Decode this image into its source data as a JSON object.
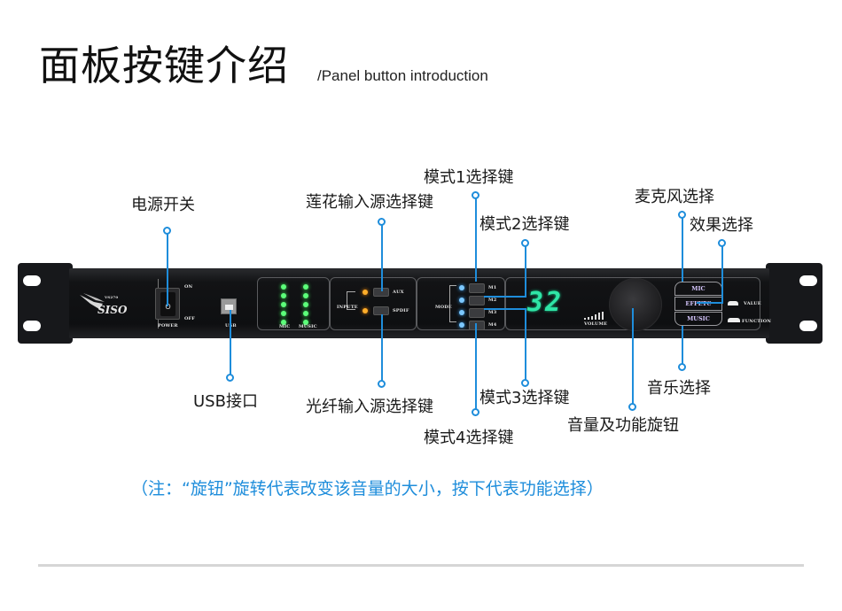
{
  "header": {
    "title_cn": "面板按键介绍",
    "title_en": "/Panel button introduction"
  },
  "callouts": {
    "power_switch": "电源开关",
    "usb_port": "USB接口",
    "rca_input_select": "莲花输入源选择键",
    "optical_input_select": "光纤输入源选择键",
    "mode1_select": "模式1选择键",
    "mode2_select": "模式2选择键",
    "mode3_select": "模式3选择键",
    "mode4_select": "模式4选择键",
    "mic_select": "麦克风选择",
    "effect_select": "效果选择",
    "music_select": "音乐选择",
    "volume_knob": "音量及功能旋钮"
  },
  "note": "（注：“旋钮”旋转代表改变该音量的大小，按下代表功能选择）",
  "device": {
    "brand": "SISO",
    "model_tag": "VS270",
    "power": {
      "on": "ON",
      "off": "OFF",
      "label": "POWER",
      "symbol": "O"
    },
    "usb_label": "USB",
    "meters": {
      "mic": "MIC",
      "music": "MUSIC",
      "led_count": 5
    },
    "input": {
      "label": "INPUTE",
      "aux": "AUX",
      "spdif": "SPDIF"
    },
    "mode": {
      "label": "MODE",
      "buttons": [
        "M1",
        "M2",
        "M3",
        "M4"
      ]
    },
    "display_value": "32",
    "volume_label": "VOLUME",
    "select_buttons": [
      "MIC",
      "EFFETC",
      "MUSIC"
    ],
    "value_label": "VALUE",
    "function_label": "FUNCTION"
  },
  "colors": {
    "accent": "#1e8ddb",
    "display_green": "#2fe5a6",
    "meter_green": "#5cff7a",
    "input_led_orange": "#ffae2a",
    "mode_led_blue": "#7cc8ff"
  }
}
